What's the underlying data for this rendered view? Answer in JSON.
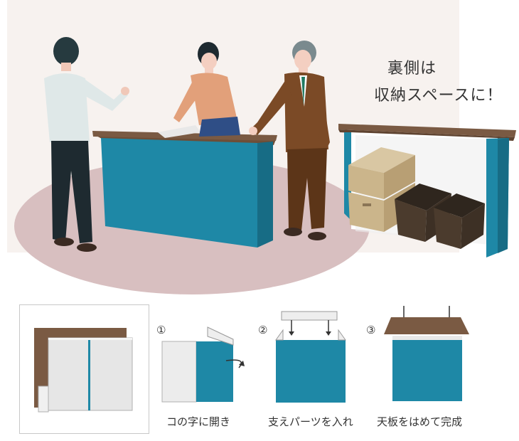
{
  "callout": {
    "line1": "裏側は",
    "line2": "収納スペースに！"
  },
  "steps": [
    {
      "number": "①",
      "caption": "コの字に開き"
    },
    {
      "number": "②",
      "caption": "支えパーツを入れ"
    },
    {
      "number": "③",
      "caption": "天板をはめて完成"
    }
  ],
  "colors": {
    "teal": "#1e88a6",
    "tealDark": "#176c85",
    "brown": "#7a5a43",
    "floor": "#d8bfc0",
    "bg": "#f7f2ef"
  }
}
